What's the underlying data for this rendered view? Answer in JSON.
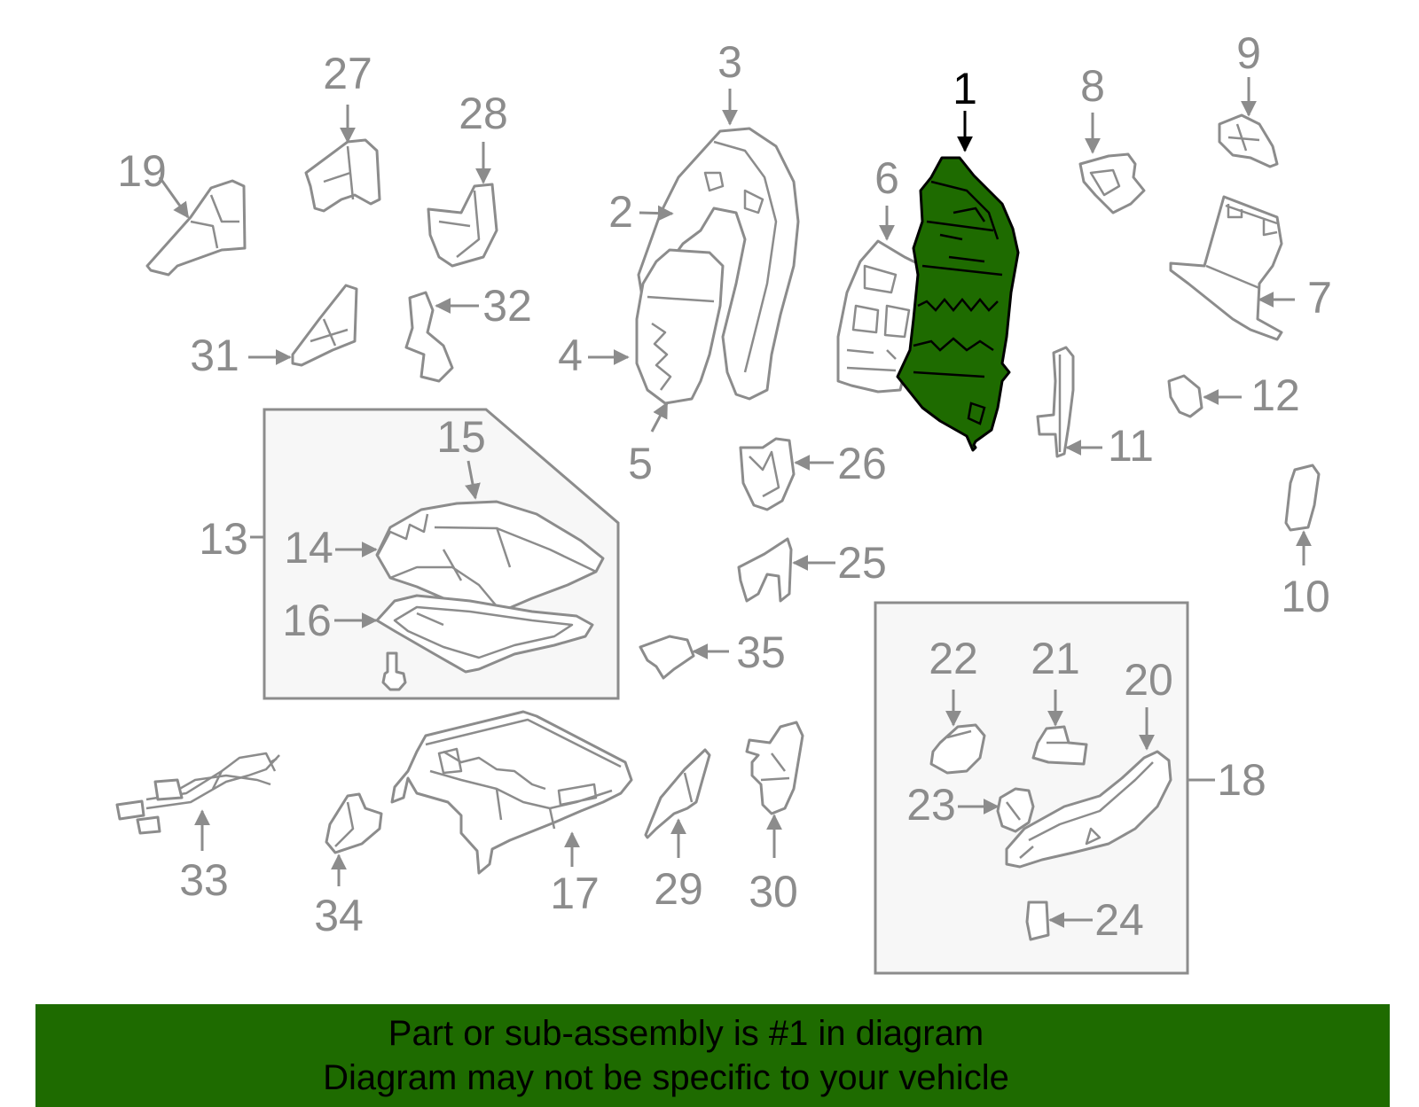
{
  "colors": {
    "highlight": "#1e6b00",
    "part_line": "#8c8c8c",
    "banner": "#1e6b00",
    "group_box": "#f7f7f7",
    "highlight_label": "#000000"
  },
  "highlighted_part": "1",
  "callouts": {
    "c1": "1",
    "c2": "2",
    "c3": "3",
    "c4": "4",
    "c5": "5",
    "c6": "6",
    "c7": "7",
    "c8": "8",
    "c9": "9",
    "c10": "10",
    "c11": "11",
    "c12": "12",
    "c13": "13",
    "c14": "14",
    "c15": "15",
    "c16": "16",
    "c17": "17",
    "c18": "18",
    "c19": "19",
    "c20": "20",
    "c21": "21",
    "c22": "22",
    "c23": "23",
    "c24": "24",
    "c25": "25",
    "c26": "26",
    "c27": "27",
    "c28": "28",
    "c29": "29",
    "c30": "30",
    "c31": "31",
    "c32": "32",
    "c33": "33",
    "c34": "34",
    "c35": "35"
  },
  "banner": {
    "line1": "Part or sub-assembly is #1 in diagram",
    "line2": "Diagram may not be specific to your vehicle"
  }
}
